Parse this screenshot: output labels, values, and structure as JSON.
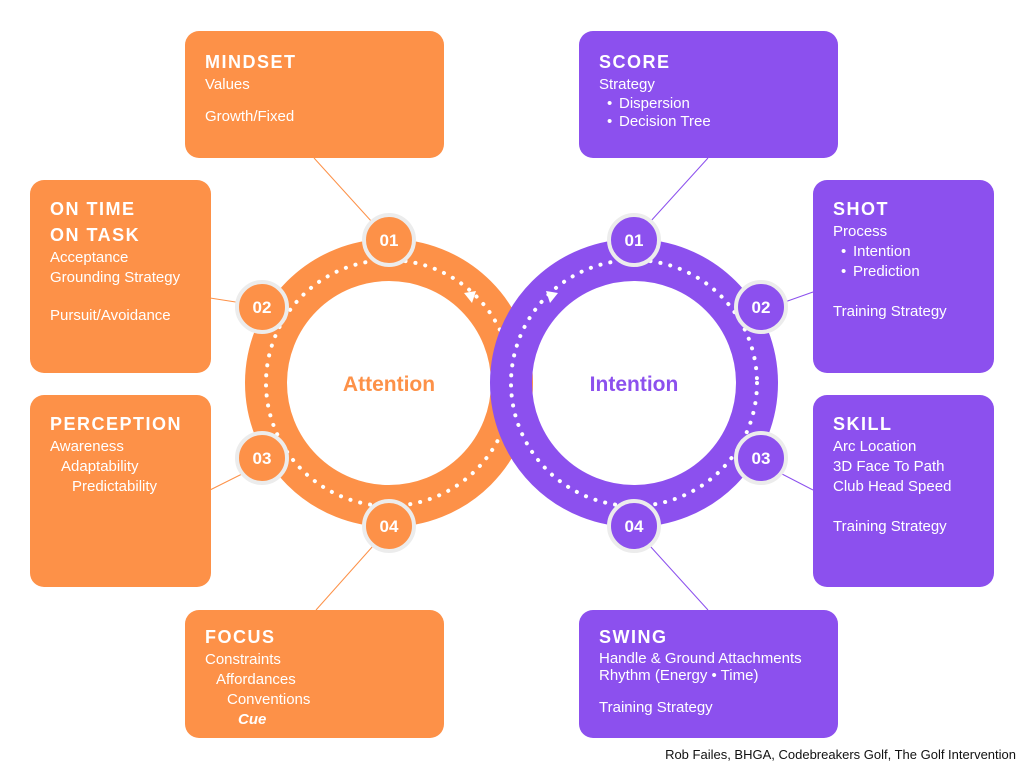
{
  "colors": {
    "orange": "#fd9148",
    "purple": "#8c50ee"
  },
  "rings": {
    "left_label": "Attention",
    "right_label": "Intention",
    "left_badges": [
      "01",
      "02",
      "03",
      "04"
    ],
    "right_badges": [
      "01",
      "02",
      "03",
      "04"
    ]
  },
  "cards": {
    "mindset": {
      "title": "MINDSET",
      "lines": [
        "Values",
        "Growth/Fixed"
      ]
    },
    "on_time": {
      "title1": "ON TIME",
      "title2": "ON TASK",
      "lines": [
        "Acceptance",
        "Grounding Strategy",
        "Pursuit/Avoidance"
      ]
    },
    "perception": {
      "title": "PERCEPTION",
      "lines": [
        "Awareness",
        "Adaptability",
        "Predictability"
      ]
    },
    "focus": {
      "title": "FOCUS",
      "lines": [
        "Constraints",
        "Affordances",
        "Conventions",
        "Cue"
      ]
    },
    "score": {
      "title": "SCORE",
      "lines": [
        "Strategy",
        "Dispersion",
        "Decision Tree"
      ]
    },
    "shot": {
      "title": "SHOT",
      "lines": [
        "Process",
        "Intention",
        "Prediction",
        "Training Strategy"
      ]
    },
    "skill": {
      "title": "SKILL",
      "lines": [
        "Arc Location",
        "3D Face To Path",
        "Club Head Speed",
        "Training Strategy"
      ]
    },
    "swing": {
      "title": "SWING",
      "lines": [
        "Handle & Ground Attachments",
        "Rhythm (Energy • Time)",
        "Training Strategy"
      ]
    }
  },
  "credit": "Rob Failes, BHGA, Codebreakers Golf, The Golf Intervention"
}
